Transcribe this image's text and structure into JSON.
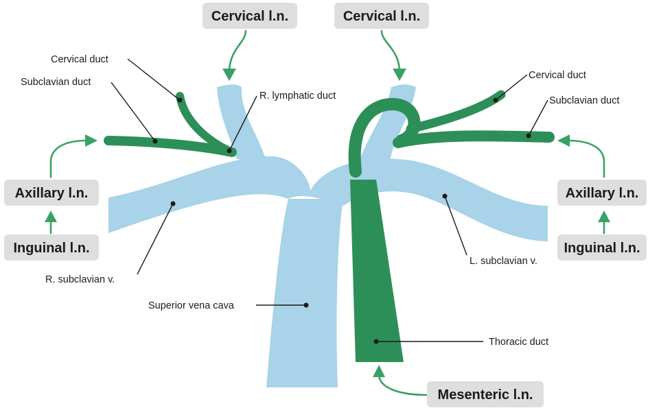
{
  "nodes": {
    "cervical_right": "Cervical l.n.",
    "cervical_left": "Cervical l.n.",
    "axillary_right": "Axillary l.n.",
    "axillary_left": "Axillary l.n.",
    "inguinal_right": "Inguinal l.n.",
    "inguinal_left": "Inguinal l.n.",
    "mesenteric": "Mesenteric l.n."
  },
  "callouts": {
    "cervical_duct_right": "Cervical duct",
    "subclavian_duct_right": "Subclavian duct",
    "r_lymphatic_duct": "R. lymphatic duct",
    "cervical_duct_left": "Cervical duct",
    "subclavian_duct_left": "Subclavian duct",
    "r_subclavian_v": "R. subclavian v.",
    "l_subclavian_v": "L. subclavian v.",
    "superior_vena_cava": "Superior vena cava",
    "thoracic_duct": "Thoracic duct"
  },
  "colors": {
    "vein": "#a8d3e8",
    "duct": "#2d8f58",
    "arrow": "#3aa166",
    "label_box": "#dedede"
  }
}
